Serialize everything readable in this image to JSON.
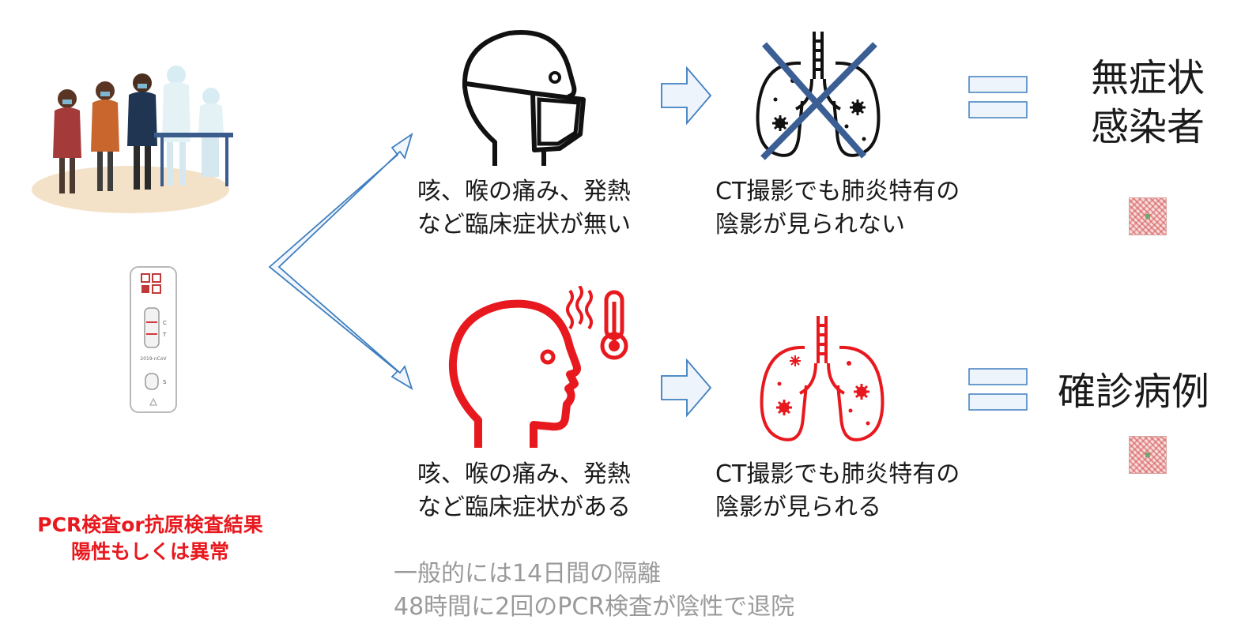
{
  "left": {
    "caption_lines": [
      "PCR検査or抗原検査結果",
      "陽性もしくは異常"
    ],
    "test_device": {
      "c_mark": "C",
      "t_mark": "T",
      "label": "2019-nCoV",
      "s_mark": "S"
    }
  },
  "top_row": {
    "symptom_lines": [
      "咳、喉の痛み、発熱",
      "など臨床症状が無い"
    ],
    "ct_lines": [
      "CT撮影でも肺炎特有の",
      "陰影が見られない"
    ],
    "result_lines": [
      "無症状",
      "感染者"
    ]
  },
  "bottom_row": {
    "symptom_lines": [
      "咳、喉の痛み、発熱",
      "など臨床症状がある"
    ],
    "ct_lines": [
      "CT撮影でも肺炎特有の",
      "陰影が見られる"
    ],
    "result_lines": [
      "確診病例"
    ]
  },
  "footer_lines": [
    "一般的には14日間の隔離",
    "48時間に2回のPCR検査が陰性で退院"
  ],
  "icons": [
    "people-test-queue-illustration",
    "antigen-test-kit-icon",
    "split-arrow-icon",
    "masked-head-icon",
    "feverish-head-icon",
    "thermometer-icon",
    "right-arrow-icon",
    "lungs-icon",
    "cross-out-icon",
    "equals-icon",
    "qr-code-icon"
  ],
  "colors": {
    "red": "#e8191e",
    "blue_line": "#3f7fbf",
    "cross": "#3b5f95",
    "gray_text": "#9a9a9a",
    "arrow_fill": "#eef4fb"
  }
}
